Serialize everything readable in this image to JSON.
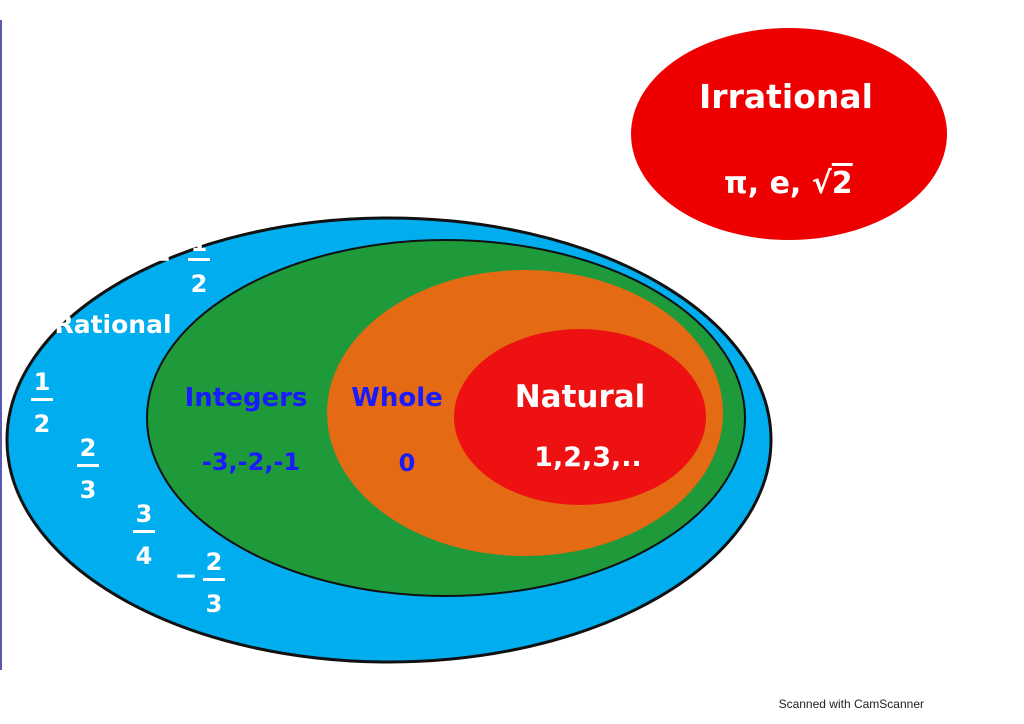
{
  "sets": {
    "irrational": {
      "label": "Irrational",
      "examples": "π, e, ",
      "root_symbol": "√",
      "root_value": "2"
    },
    "rational": {
      "label": "Rational"
    },
    "integers": {
      "label": "Integers",
      "examples": "-3,-2,-1"
    },
    "whole": {
      "label": "Whole",
      "examples": "0"
    },
    "natural": {
      "label": "Natural",
      "examples": "1,2,3,.."
    }
  },
  "rational_examples": [
    {
      "sign": "−",
      "num": "1",
      "den": "2"
    },
    {
      "sign": "",
      "num": "1",
      "den": "2"
    },
    {
      "sign": "",
      "num": "2",
      "den": "3"
    },
    {
      "sign": "",
      "num": "3",
      "den": "4"
    },
    {
      "sign": "−",
      "num": "2",
      "den": "3"
    }
  ],
  "watermark": "Scanned with CamScanner",
  "colors": {
    "rational_fill": "#00aeef",
    "integers_fill": "#1e9a3a",
    "whole_fill": "#e46a13",
    "natural_fill": "#ee1111",
    "irrational_fill": "#ee0000",
    "integers_text": "#1a1aff",
    "white_text": "#ffffff"
  }
}
